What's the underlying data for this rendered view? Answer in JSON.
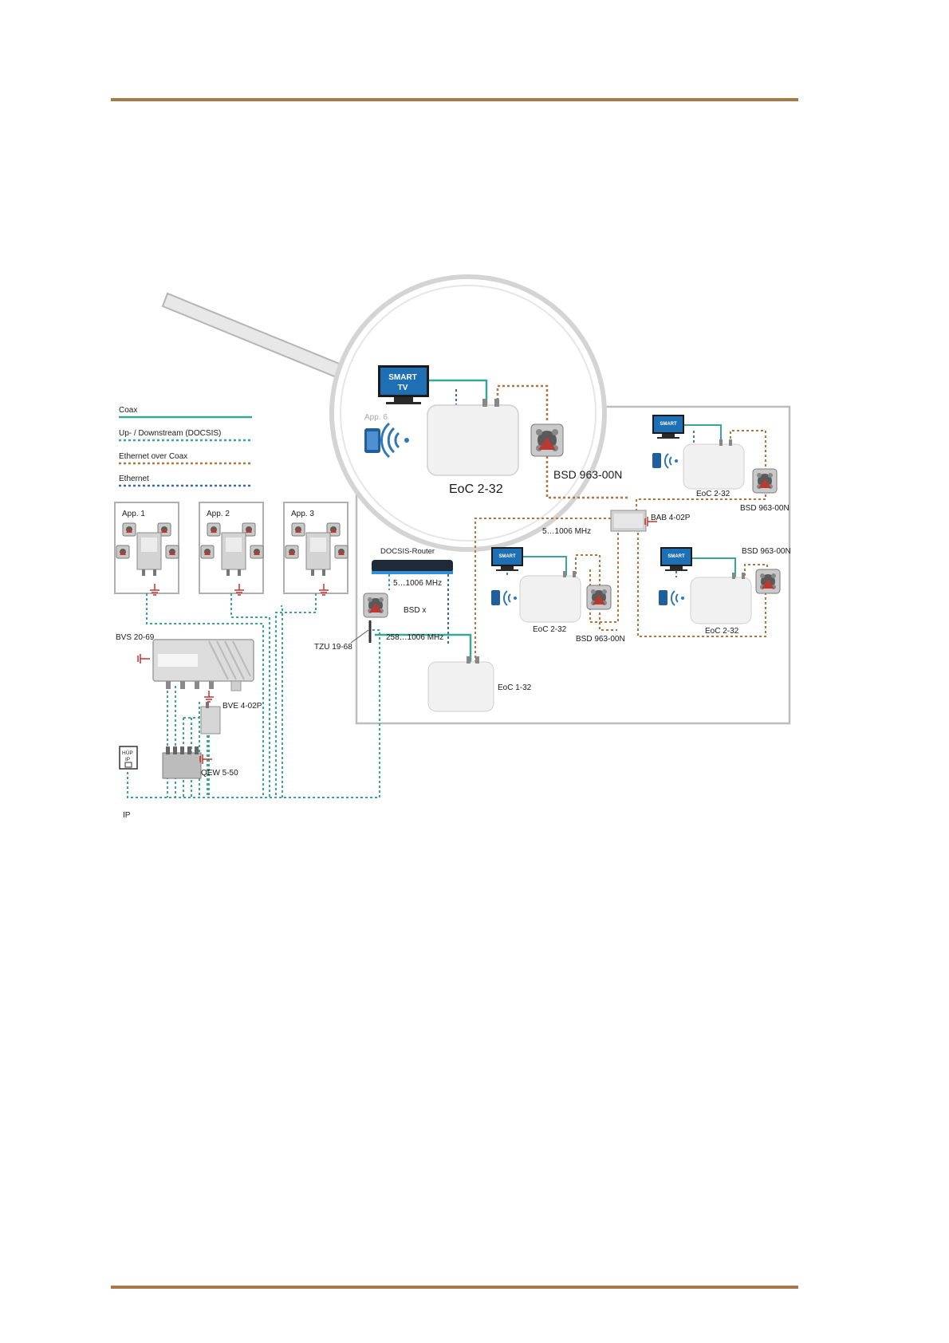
{
  "colors": {
    "rule": "#a9784a",
    "coax": "#3aa69a",
    "docsis": "#3aa69a",
    "eoc": "#b8733a",
    "ethernet": "#3a6aa8",
    "device": "#f0f0f0",
    "device_stroke": "#c9c9c9",
    "frame": "#bdbdbd",
    "tv": "#1f6fb5",
    "wifi": "#2f78b8",
    "socket_red": "#c0342e"
  },
  "legend": {
    "coax": "Coax",
    "docsis": "Up- / Downstream (DOCSIS)",
    "eoc": "Ethernet over Coax",
    "ethernet": "Ethernet"
  },
  "apartments": {
    "app1": "App. 1",
    "app2": "App. 2",
    "app3": "App. 3",
    "app6": "App. 6"
  },
  "devices": {
    "smart_tv": "SMART TV",
    "eoc_main": "EoC 2-32",
    "bsd_main": "BSD 963-00N",
    "eoc_tr": "EoC 2-32",
    "bsd_tr": "BSD 963-00N",
    "bab": "BAB 4-02P",
    "freq_5_1006": "5…1006 MHz",
    "router": "DOCSIS-Router",
    "freq_router": "5…1006 MHz",
    "bsd_x": "BSD x",
    "tzu": "TZU 19-68",
    "freq_258": "258…1006 MHz",
    "eoc_mid": "EoC 2-32",
    "bsd_mid": "BSD 963-00N",
    "bsd_right": "BSD 963-00N",
    "eoc_right": "EoC 2-32",
    "eoc_1_32": "EoC 1-32",
    "bvs": "BVS 20-69",
    "bve": "BVE 4-02P",
    "qew": "QEW 5-50",
    "hup": "HÜP",
    "hup_ip": "IP",
    "ip": "IP"
  }
}
